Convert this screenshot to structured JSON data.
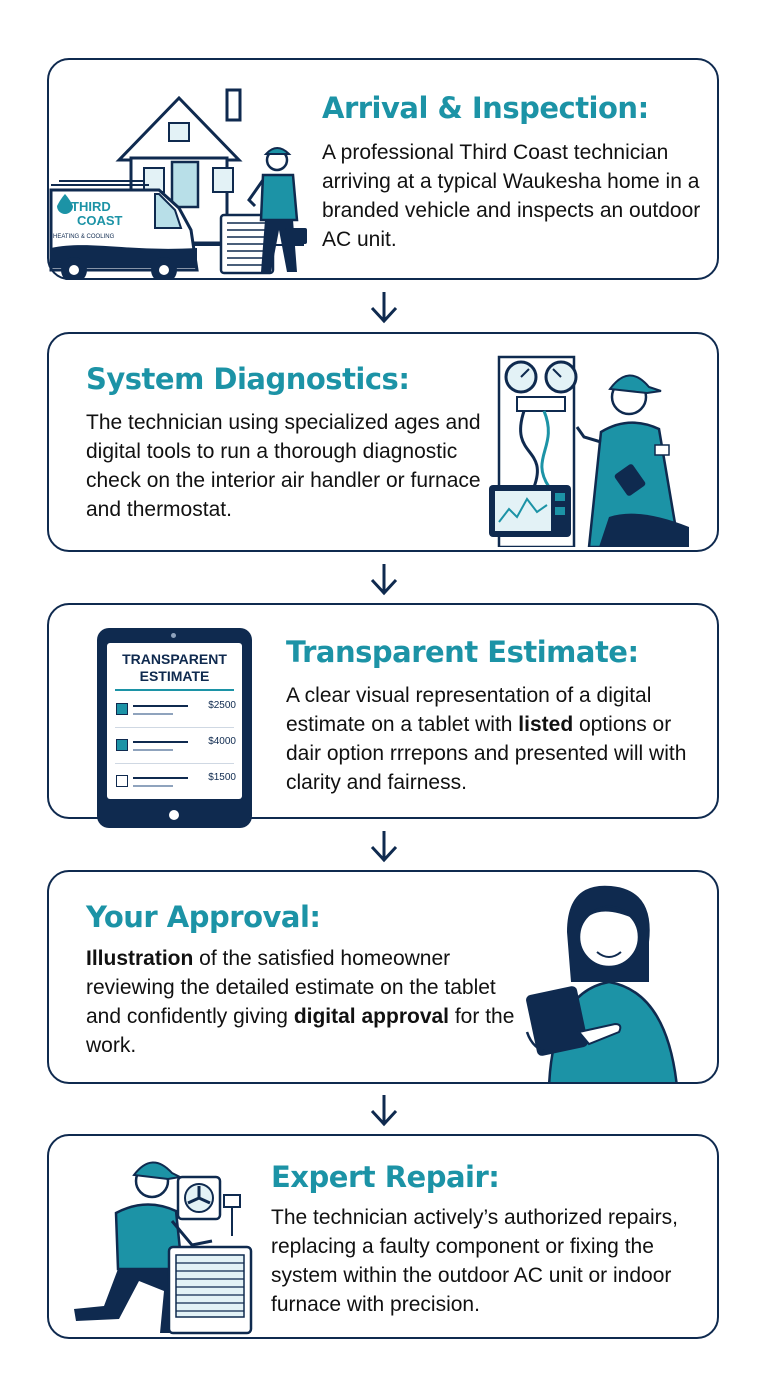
{
  "steps": [
    {
      "title": "Arrival & Inspection:",
      "desc": "A professional Third Coast technician arriving at a typical Waukesha home in a branded vehicle and inspects  an outdoor AC unit.",
      "van_logo": [
        "THIRD",
        "COAST"
      ],
      "van_tagline": "HEATING & COOLING"
    },
    {
      "title": "System Diagnostics:",
      "desc": "The technician using specialized ages and digital tools to run a thorough diagnostic check on the interior air handler or furnace and thermostat."
    },
    {
      "title": "Transparent Estimate:",
      "desc": "A clear visual representation of a digital estimate on a tablet with listed options or dair option rrrepons and presented will with clarity and fairness.",
      "tablet": {
        "heading": [
          "TRANSPARENT",
          "ESTIMATE"
        ],
        "items": [
          {
            "price": "$2500",
            "checked": true
          },
          {
            "price": "$4000",
            "checked": true
          },
          {
            "price": "$1500",
            "checked": false
          }
        ]
      }
    },
    {
      "title": "Your Approval:",
      "desc": "Illustration of the satisfied homeowner reviewing the detailed estimate on the tablet and confidently giving digital approval for the work."
    },
    {
      "title": "Expert Repair:",
      "desc": "The technician actively’s authorized repairs, replacing a faulty component or fixing the system within the outdoor AC unit or indoor furnace with precision."
    }
  ],
  "colors": {
    "accent_teal": "#1c93a6",
    "navy": "#0f2a4f",
    "light_blue": "#e3f2f6"
  },
  "icons": [
    "house-icon",
    "van-icon",
    "technician-icon",
    "ac-unit-icon",
    "gauges-icon",
    "tablet-icon",
    "homeowner-icon",
    "down-arrow-icon"
  ]
}
